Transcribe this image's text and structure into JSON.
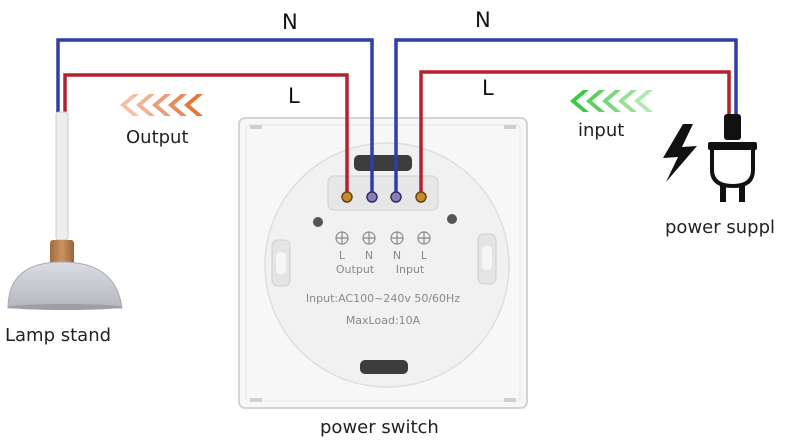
{
  "wires": {
    "neutral_left": "N",
    "neutral_right": "N",
    "live_left": "L",
    "live_right": "L",
    "neutral_color": "#2f3fa7",
    "live_color": "#b3232d"
  },
  "output": {
    "label": "Output",
    "arrow_color": "#e8743a"
  },
  "input": {
    "label": "input",
    "arrow_color": "#3fc940"
  },
  "lamp": {
    "label": "Lamp stand"
  },
  "supply": {
    "label": "power suppl"
  },
  "switch": {
    "label": "power switch",
    "terminals": [
      "L",
      "N",
      "N",
      "L"
    ],
    "group_output": "Output",
    "group_input": "Input",
    "rating": "Input:AC100~240v  50/60Hz",
    "max_load": "MaxLoad:10A"
  }
}
